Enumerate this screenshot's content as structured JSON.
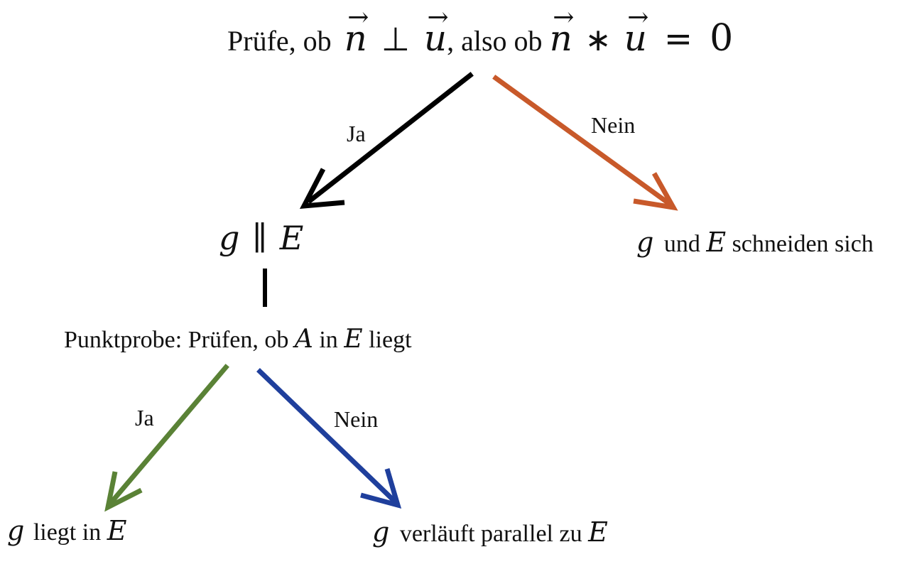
{
  "top": {
    "prefix": "Prüfe, ob",
    "n": "n",
    "perp": "⊥",
    "u": "u",
    "middle": ", also ob",
    "n2": "n",
    "star": "∗",
    "u2": "u",
    "eq": "=",
    "zero": "0"
  },
  "left_branch": {
    "label": "Ja",
    "color": "#000000"
  },
  "right_branch": {
    "label": "Nein",
    "color": "#c8592a"
  },
  "parallel_node": {
    "g": "g",
    "par": "∥",
    "E": "E"
  },
  "intersect_node": {
    "g": "g",
    "text": "und",
    "E": "E",
    "suffix": "schneiden sich"
  },
  "point_test": {
    "prefix": "Punktprobe: Prüfen, ob",
    "A": "A",
    "in": "in",
    "E": "E",
    "suffix": "liegt"
  },
  "yes_branch": {
    "label": "Ja",
    "color": "#5a8236"
  },
  "no_branch": {
    "label": "Nein",
    "color": "#1f3f9c"
  },
  "in_plane_node": {
    "g": "g",
    "text": "liegt in",
    "E": "E"
  },
  "parallel_only_node": {
    "g": "g",
    "text": "verläuft parallel zu",
    "E": "E"
  }
}
